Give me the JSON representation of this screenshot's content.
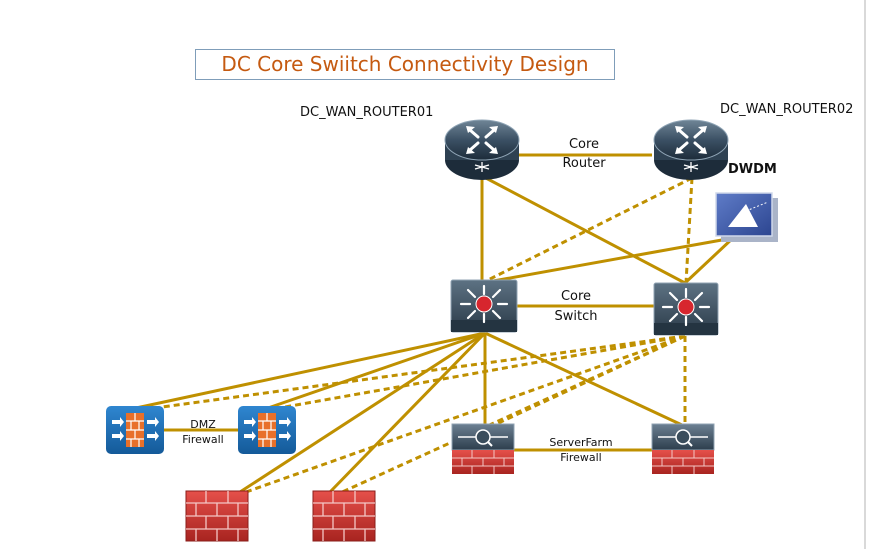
{
  "title": "DC Core Swiitch Connectivity Design",
  "colors": {
    "link": "#bf9000",
    "title": "#c55a11",
    "router": "#2b3e50",
    "switch": "#3a4d5c",
    "firewall_red": "#c9302c",
    "firewall_blue": "#1f6fb5",
    "dwdm": "#3a58a6"
  },
  "devices": {
    "router1": {
      "name": "DC_WAN_ROUTER01",
      "icon": "router-icon"
    },
    "router2": {
      "name": "DC_WAN_ROUTER02",
      "icon": "router-icon"
    },
    "dwdm": {
      "name": "DWDM",
      "icon": "dwdm-icon"
    },
    "core_switch1": {
      "icon": "multilayer-switch-icon"
    },
    "core_switch2": {
      "icon": "multilayer-switch-icon"
    },
    "dmz_fw1": {
      "icon": "blue-firewall-icon"
    },
    "dmz_fw2": {
      "icon": "blue-firewall-icon"
    },
    "sf_fw1": {
      "icon": "content-firewall-icon"
    },
    "sf_fw2": {
      "icon": "content-firewall-icon"
    },
    "fw_a": {
      "icon": "firewall-icon"
    },
    "fw_b": {
      "icon": "firewall-icon"
    }
  },
  "links": {
    "core_router": {
      "line1": "Core",
      "line2": "Router"
    },
    "core_switch": {
      "line1": "Core",
      "line2": "Switch"
    },
    "dmz_firewall": {
      "line1": "DMZ",
      "line2": "Firewall"
    },
    "serverfarm_firewall": {
      "line1": "ServerFarm",
      "line2": "Firewall"
    }
  }
}
